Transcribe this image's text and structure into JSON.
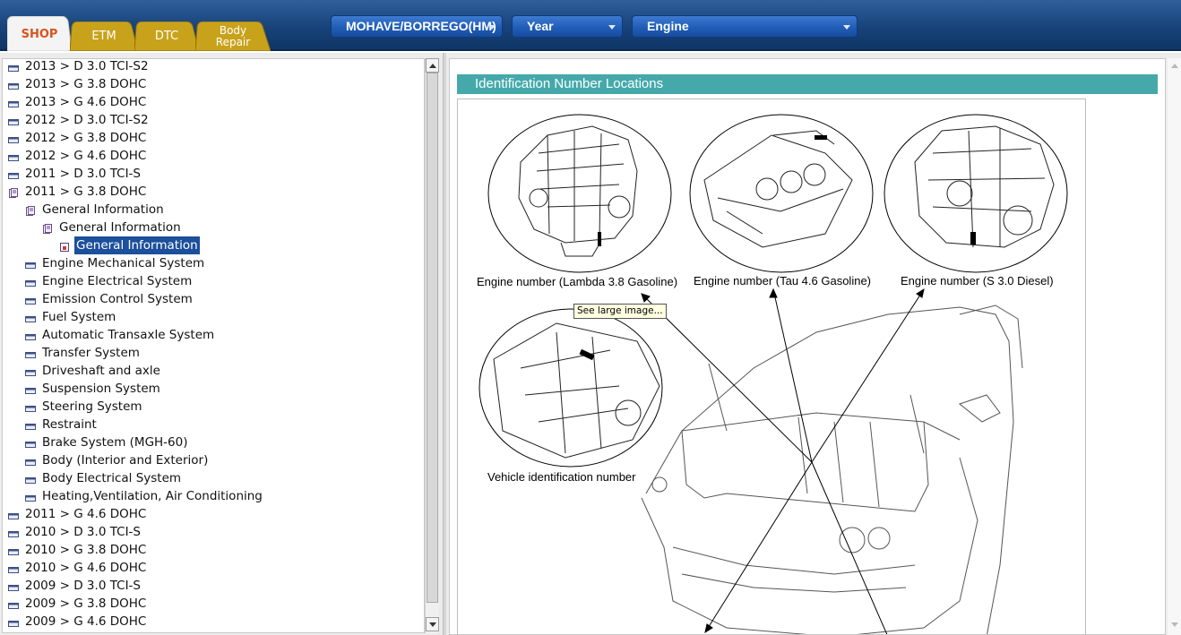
{
  "tabs": [
    {
      "label": "SHOP",
      "active": true
    },
    {
      "label": "ETM",
      "active": false
    },
    {
      "label": "DTC",
      "active": false
    },
    {
      "label": "Body Repair",
      "active": false
    }
  ],
  "selectors": {
    "model": "MOHAVE/BORREGO(HM)",
    "year": "Year",
    "engine": "Engine"
  },
  "tree": [
    {
      "label": "2013 > D 3.0 TCI-S2",
      "level": 0,
      "icon": "book-closed-icon"
    },
    {
      "label": "2013 > G 3.8 DOHC",
      "level": 0,
      "icon": "book-closed-icon"
    },
    {
      "label": "2013 > G 4.6 DOHC",
      "level": 0,
      "icon": "book-closed-icon"
    },
    {
      "label": "2012 > D 3.0 TCI-S2",
      "level": 0,
      "icon": "book-closed-icon"
    },
    {
      "label": "2012 > G 3.8 DOHC",
      "level": 0,
      "icon": "book-closed-icon"
    },
    {
      "label": "2012 > G 4.6 DOHC",
      "level": 0,
      "icon": "book-closed-icon"
    },
    {
      "label": "2011 > D 3.0 TCI-S",
      "level": 0,
      "icon": "book-closed-icon"
    },
    {
      "label": "2011 > G 3.8 DOHC",
      "level": 0,
      "icon": "book-open-icon"
    },
    {
      "label": "General Information",
      "level": 1,
      "icon": "book-open-icon"
    },
    {
      "label": "General Information",
      "level": 2,
      "icon": "book-open-icon"
    },
    {
      "label": "General Information",
      "level": 3,
      "icon": "page-icon",
      "selected": true
    },
    {
      "label": "Engine Mechanical System",
      "level": 1,
      "icon": "book-closed-icon"
    },
    {
      "label": "Engine Electrical System",
      "level": 1,
      "icon": "book-closed-icon"
    },
    {
      "label": "Emission Control System",
      "level": 1,
      "icon": "book-closed-icon"
    },
    {
      "label": "Fuel System",
      "level": 1,
      "icon": "book-closed-icon"
    },
    {
      "label": "Automatic Transaxle System",
      "level": 1,
      "icon": "book-closed-icon"
    },
    {
      "label": "Transfer System",
      "level": 1,
      "icon": "book-closed-icon"
    },
    {
      "label": "Driveshaft and axle",
      "level": 1,
      "icon": "book-closed-icon"
    },
    {
      "label": "Suspension System",
      "level": 1,
      "icon": "book-closed-icon"
    },
    {
      "label": "Steering System",
      "level": 1,
      "icon": "book-closed-icon"
    },
    {
      "label": "Restraint",
      "level": 1,
      "icon": "book-closed-icon"
    },
    {
      "label": "Brake System (MGH-60)",
      "level": 1,
      "icon": "book-closed-icon"
    },
    {
      "label": "Body (Interior and Exterior)",
      "level": 1,
      "icon": "book-closed-icon"
    },
    {
      "label": "Body Electrical System",
      "level": 1,
      "icon": "book-closed-icon"
    },
    {
      "label": "Heating,Ventilation, Air Conditioning",
      "level": 1,
      "icon": "book-closed-icon"
    },
    {
      "label": "2011 > G 4.6 DOHC",
      "level": 0,
      "icon": "book-closed-icon"
    },
    {
      "label": "2010 > D 3.0 TCI-S",
      "level": 0,
      "icon": "book-closed-icon"
    },
    {
      "label": "2010 > G 3.8 DOHC",
      "level": 0,
      "icon": "book-closed-icon"
    },
    {
      "label": "2010 > G 4.6 DOHC",
      "level": 0,
      "icon": "book-closed-icon"
    },
    {
      "label": "2009 > D 3.0 TCI-S",
      "level": 0,
      "icon": "book-closed-icon"
    },
    {
      "label": "2009 > G 3.8 DOHC",
      "level": 0,
      "icon": "book-closed-icon"
    },
    {
      "label": "2009 > G 4.6 DOHC",
      "level": 0,
      "icon": "book-closed-icon"
    }
  ],
  "document": {
    "title": "Identification Number Locations",
    "captions": {
      "lambda": "Engine number (Lambda 3.8 Gasoline)",
      "tau": "Engine number (Tau 4.6 Gasoline)",
      "diesel": "Engine number (S 3.0 Diesel)",
      "vin": "Vehicle identification number"
    },
    "tooltip": "See large image..."
  },
  "colors": {
    "topbar": "#18437a",
    "tab_gold": "#c9a21c",
    "selector_blue": "#1f5bb5",
    "selection": "#1c4f9c",
    "title_bar": "#45a9ab"
  }
}
